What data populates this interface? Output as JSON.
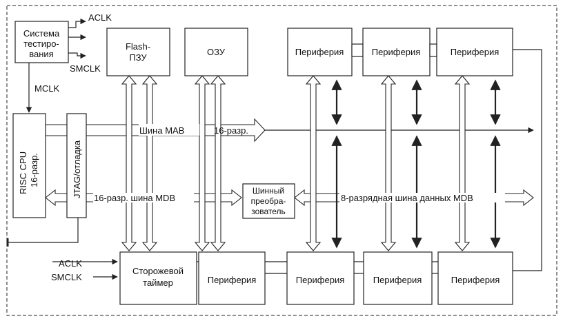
{
  "blocks": {
    "test_system": [
      "Система",
      "тестиро-",
      "вания"
    ],
    "flash": [
      "Flash-",
      "ПЗУ"
    ],
    "ram": "ОЗУ",
    "cpu": [
      "RISC CPU",
      "16-разр."
    ],
    "jtag": "JTAG/отладка",
    "bus_converter": [
      "Шинный",
      "преобра-",
      "зователь"
    ],
    "watchdog": [
      "Сторожевой",
      "таймер"
    ],
    "peripheral": "Периферия"
  },
  "signals": {
    "aclk": "ACLK",
    "smclk": "SMCLK",
    "mclk": "MCLK"
  },
  "buses": {
    "mab_name": "Шина  MAB",
    "mab_width": "16-разр.",
    "mdb16": "16-разр.  шина  MDB",
    "mdb8": "8-разрядная шина данных MDB"
  }
}
